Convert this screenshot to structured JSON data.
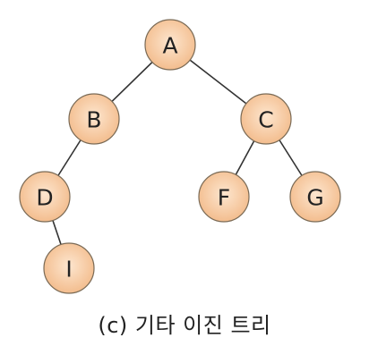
{
  "diagram": {
    "type": "binary-tree",
    "caption": "(c) 기타 이진 트리",
    "colors": {
      "node_fill_center": "#fde6cf",
      "node_fill_edge": "#f3bd8e",
      "node_stroke": "#7a6a55",
      "edge": "#333333",
      "text": "#222222"
    },
    "nodes": [
      {
        "id": "A",
        "label": "A"
      },
      {
        "id": "B",
        "label": "B"
      },
      {
        "id": "C",
        "label": "C"
      },
      {
        "id": "D",
        "label": "D"
      },
      {
        "id": "F",
        "label": "F"
      },
      {
        "id": "G",
        "label": "G"
      },
      {
        "id": "I",
        "label": "I"
      }
    ],
    "edges": [
      {
        "from": "A",
        "to": "B"
      },
      {
        "from": "A",
        "to": "C"
      },
      {
        "from": "B",
        "to": "D"
      },
      {
        "from": "C",
        "to": "F"
      },
      {
        "from": "C",
        "to": "G"
      },
      {
        "from": "D",
        "to": "I"
      }
    ]
  }
}
